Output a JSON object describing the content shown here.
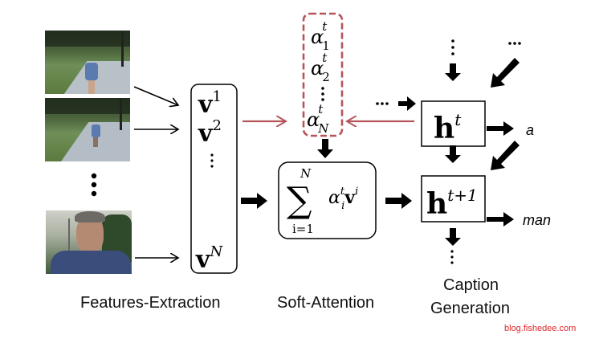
{
  "frames": [
    {
      "name": "video-frame-1",
      "description": "person running on sidewalk (back view)"
    },
    {
      "name": "video-frame-2",
      "description": "person running on sidewalk (farther)"
    },
    {
      "name": "video-frame-N",
      "description": "man close-up face"
    }
  ],
  "features": {
    "v1": "v",
    "v1_sup": "1",
    "v2": "v",
    "v2_sup": "2",
    "vdots": "⋮",
    "vN": "v",
    "vN_sup": "N"
  },
  "attention_weights": {
    "a1": "α",
    "a1_sup": "t",
    "a1_sub": "1",
    "a2": "α",
    "a2_sup": "t",
    "a2_sub": "2",
    "dots": "⋮",
    "aN": "α",
    "aN_sup": "t",
    "aN_sub": "N"
  },
  "context_sum": {
    "sigma": "∑",
    "upper": "N",
    "lower": "i=1",
    "term": "α",
    "term_sup": "t",
    "term_sub": "i",
    "vec": "v",
    "vec_sup": "i"
  },
  "hidden": {
    "h_t": "h",
    "h_t_sup": "t",
    "h_t1": "h",
    "h_t1_sup": "t+1"
  },
  "ellipsis": {
    "top_vertical": "⋮",
    "top_diagonal": "···",
    "left_horizontal": "···",
    "bottom_vertical": "⋮",
    "frames_vertical": "⋮"
  },
  "outputs": {
    "word1": "a",
    "word2": "man"
  },
  "labels": {
    "features": "Features-Extraction",
    "attention": "Soft-Attention",
    "caption_line1": "Caption",
    "caption_line2": "Generation"
  },
  "watermark": "blog.fishedee.com",
  "colors": {
    "attention_red": "#b5555a",
    "ink": "#000000",
    "watermark": "#e0252a"
  }
}
